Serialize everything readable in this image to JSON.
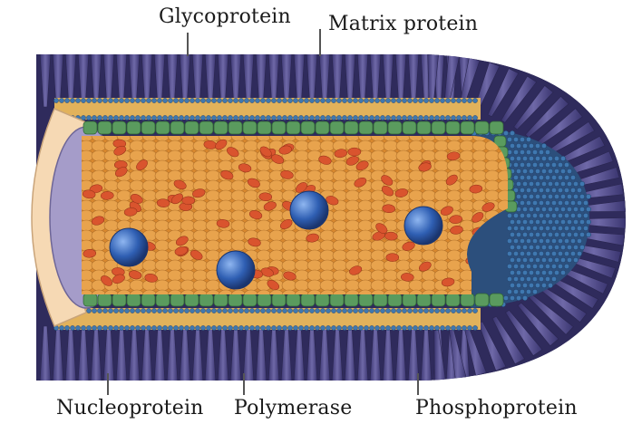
{
  "labels": {
    "glycoprotein": "Glycoprotein",
    "matrix_protein": "Matrix protein",
    "nucleoprotein": "Nucleoprotein",
    "polymerase": "Polymerase",
    "phosphoprotein": "Phosphoprotein"
  },
  "colors": {
    "glycoprotein": "#4f4a86",
    "glycoprotein_dark": "#2f2b5c",
    "membrane_head": "#3f78b0",
    "membrane_tail": "#e2b25b",
    "matrix": "#5a9b5e",
    "nucleoprotein": "#e8a34d",
    "phosphoprotein": "#d9542e",
    "polymerase": "#2f5fb3",
    "interior": "#a59cc9",
    "base_cap": "#f6d9b4"
  }
}
